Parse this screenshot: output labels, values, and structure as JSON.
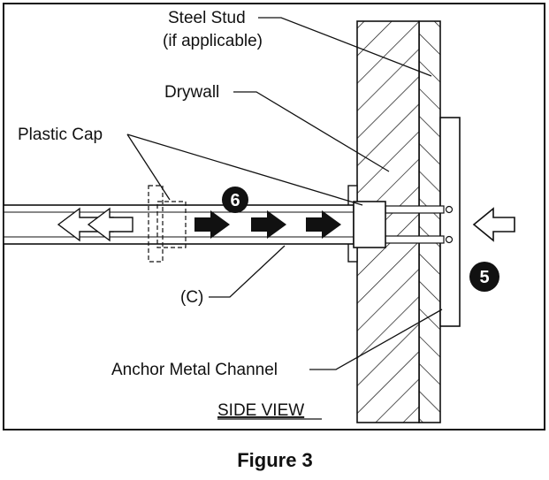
{
  "labels": {
    "steel_stud": "Steel Stud",
    "if_applicable": "(if applicable)",
    "drywall": "Drywall",
    "plastic_cap": "Plastic Cap",
    "c_label": "(C)",
    "anchor_channel": "Anchor Metal Channel",
    "side_view": "SIDE VIEW",
    "figure_caption": "Figure 3"
  },
  "step_badges": {
    "push_step": "6",
    "anchor_step": "5"
  },
  "colors": {
    "line": "#111111",
    "background": "#ffffff",
    "badge": "#111111"
  },
  "icons": [
    "arrow-left-outline-icon",
    "arrow-right-solid-icon",
    "arrow-left-outline-icon-anchor",
    "step-badge-icon"
  ]
}
